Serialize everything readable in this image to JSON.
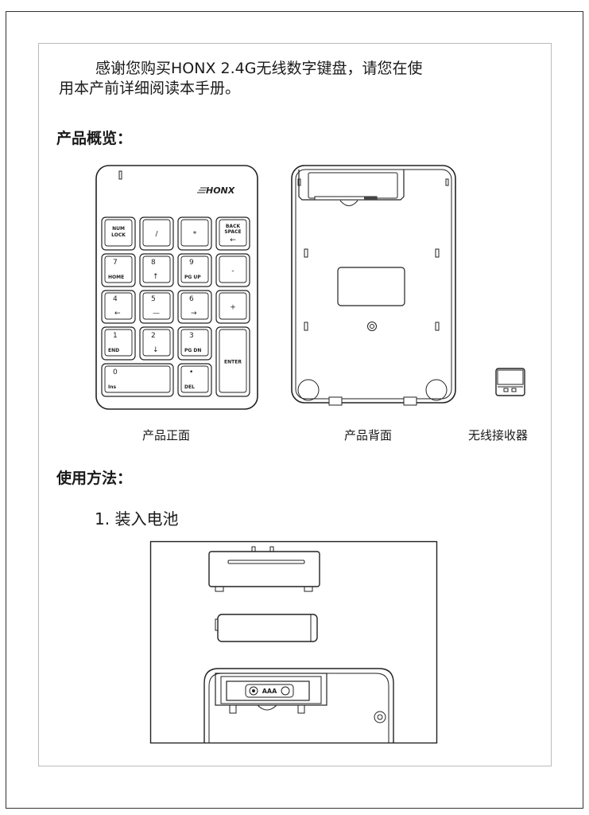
{
  "intro": {
    "line1": "感谢您购买HONX 2.4G无线数字键盘，请您在使",
    "line2": "用本产前详细阅读本手册。"
  },
  "sections": {
    "overview_title": "产品概览：",
    "usage_title": "使用方法："
  },
  "captions": {
    "front": "产品正面",
    "back": "产品背面",
    "receiver": "无线接收器"
  },
  "brand_logo": "HONX",
  "keypad": {
    "keys": [
      {
        "top": "NUM",
        "bottom": "LOCK"
      },
      {
        "top": "/",
        "bottom": ""
      },
      {
        "top": "*",
        "bottom": ""
      },
      {
        "top": "BACK",
        "mid": "SPACE",
        "arrow": "←"
      },
      {
        "top": "7",
        "bottom": "HOME"
      },
      {
        "top": "8",
        "bottom": "↑"
      },
      {
        "top": "9",
        "bottom": "PG UP"
      },
      {
        "top": "-",
        "bottom": ""
      },
      {
        "top": "4",
        "bottom": "←"
      },
      {
        "top": "5",
        "bottom": "—"
      },
      {
        "top": "6",
        "bottom": "→"
      },
      {
        "top": "+",
        "bottom": ""
      },
      {
        "top": "1",
        "bottom": "END"
      },
      {
        "top": "2",
        "bottom": "↓"
      },
      {
        "top": "3",
        "bottom": "PG DN"
      },
      {
        "top": "ENTER",
        "bottom": ""
      },
      {
        "top": "0",
        "bottom": "Ins"
      },
      {
        "top": "•",
        "bottom": "DEL"
      }
    ]
  },
  "step1": "1. 装入电池",
  "battery_label": "AAA"
}
